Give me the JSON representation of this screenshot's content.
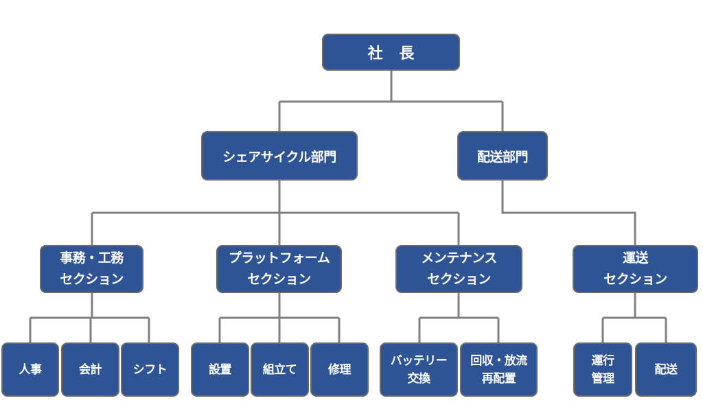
{
  "org_chart": {
    "top": {
      "label": "社 長"
    },
    "departments": [
      {
        "label": "シェアサイクル部門",
        "sections": [
          {
            "label": "事務・工務\nセクション",
            "teams": [
              "人事",
              "会計",
              "シフト"
            ]
          },
          {
            "label": "プラットフォーム\nセクション",
            "teams": [
              "設置",
              "組立て",
              "修理"
            ]
          },
          {
            "label": "メンテナンス\nセクション",
            "teams": [
              "バッテリー\n交換",
              "回収・放流\n再配置"
            ]
          }
        ]
      },
      {
        "label": "配送部門",
        "sections": [
          {
            "label": "運送\nセクション",
            "teams": [
              "運行\n管理",
              "配送"
            ]
          }
        ]
      }
    ]
  },
  "colors": {
    "box_fill": "#2f5496",
    "box_border": "#6b6b6b",
    "connector": "#808080",
    "text": "#ffffff"
  }
}
